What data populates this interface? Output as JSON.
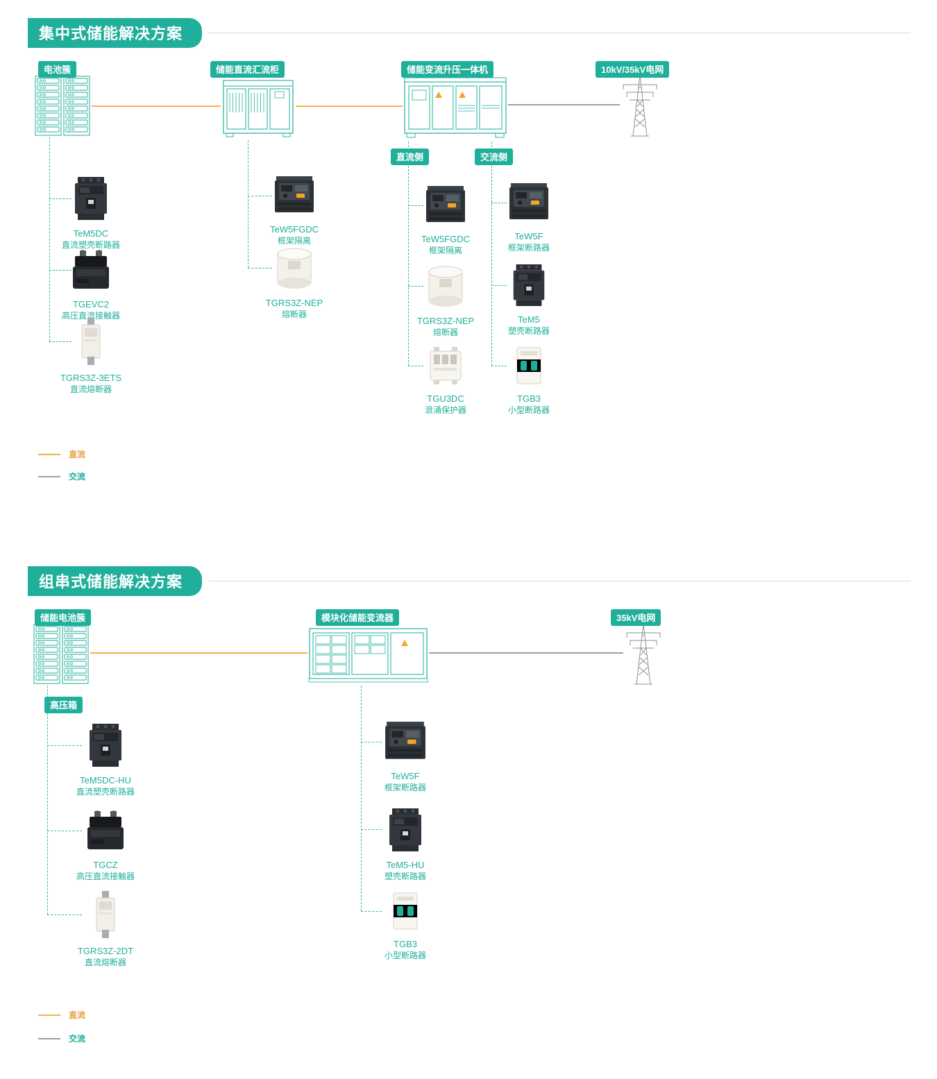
{
  "colors": {
    "brand_teal": "#1FAF9B",
    "dc_line_orange": "#F0B051",
    "ac_line_gray": "#9A9FA4"
  },
  "sections": [
    {
      "title": "集中式储能解决方案",
      "equipment": [
        {
          "label": "电池簇"
        },
        {
          "label": "储能直流汇流柜"
        },
        {
          "label": "储能变流升压一体机"
        },
        {
          "label": "10kV/35kV电网"
        }
      ],
      "side_labels": [
        {
          "label": "直流侧"
        },
        {
          "label": "交流侧"
        }
      ],
      "groups": {
        "battery": [
          {
            "name": "TeM5DC",
            "desc": "直流塑壳断路器"
          },
          {
            "name": "TGEVC2",
            "desc": "高压直流接触器"
          },
          {
            "name": "TGRS3Z-3ETS",
            "desc": "直流熔断器"
          }
        ],
        "combiner": [
          {
            "name": "TeW5FGDC",
            "desc": "框架隔离"
          },
          {
            "name": "TGRS3Z-NEP",
            "desc": "熔断器"
          }
        ],
        "dc": [
          {
            "name": "TeW5FGDC",
            "desc": "框架隔离"
          },
          {
            "name": "TGRS3Z-NEP",
            "desc": "熔断器"
          },
          {
            "name": "TGU3DC",
            "desc": "浪涌保护器"
          }
        ],
        "ac": [
          {
            "name": "TeW5F",
            "desc": "框架断路器"
          },
          {
            "name": "TeM5",
            "desc": "塑壳断路器"
          },
          {
            "name": "TGB3",
            "desc": "小型断路器"
          }
        ]
      },
      "legend": [
        {
          "label": "直流"
        },
        {
          "label": "交流"
        }
      ]
    },
    {
      "title": "组串式储能解决方案",
      "equipment": [
        {
          "label": "储能电池簇"
        },
        {
          "label": "模块化储能变流器"
        },
        {
          "label": "35kV电网"
        }
      ],
      "side_labels": [
        {
          "label": "高压箱"
        }
      ],
      "groups": {
        "battery": [
          {
            "name": "TeM5DC-HU",
            "desc": "直流塑壳断路器"
          },
          {
            "name": "TGCZ",
            "desc": "高压直流接触器"
          },
          {
            "name": "TGRS3Z-2DT",
            "desc": "直流熔断器"
          }
        ],
        "converter": [
          {
            "name": "TeW5F",
            "desc": "框架断路器"
          },
          {
            "name": "TeM5-HU",
            "desc": "塑壳断路器"
          },
          {
            "name": "TGB3",
            "desc": "小型断路器"
          }
        ]
      },
      "legend": [
        {
          "label": "直流"
        },
        {
          "label": "交流"
        }
      ]
    }
  ]
}
